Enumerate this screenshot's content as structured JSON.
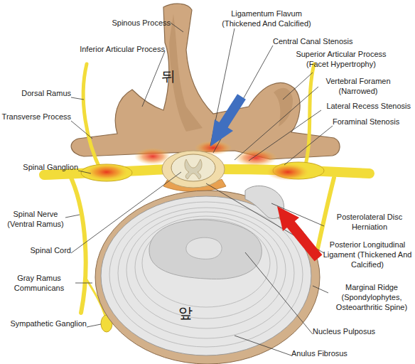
{
  "diagram": {
    "labels": [
      "Spinous Process",
      "Ligamentum Flavum (Thickened And Calcified)",
      "Inferior Articular Process",
      "Central Canal Stenosis",
      "Superior Articular Process (Facet Hypertrophy)",
      "뒤",
      "Vertebral Foramen (Narrowed)",
      "Dorsal Ramus",
      "Lateral Recess Stenosis",
      "Transverse Process",
      "Foraminal Stenosis",
      "Spinal Ganglion",
      "Spinal Nerve (Ventral Ramus)",
      "Posterolateral Disc Herniation",
      "Spinal Cord",
      "Posterior Longitudinal Ligament (Thickened And Calcified)",
      "Gray Ramus Communicans",
      "Marginal Ridge (Spondylophytes, Osteoarthritic Spine)",
      "앞",
      "Sympathetic Ganglion",
      "Nucleus Pulposus",
      "Anulus Fibrosus"
    ]
  }
}
